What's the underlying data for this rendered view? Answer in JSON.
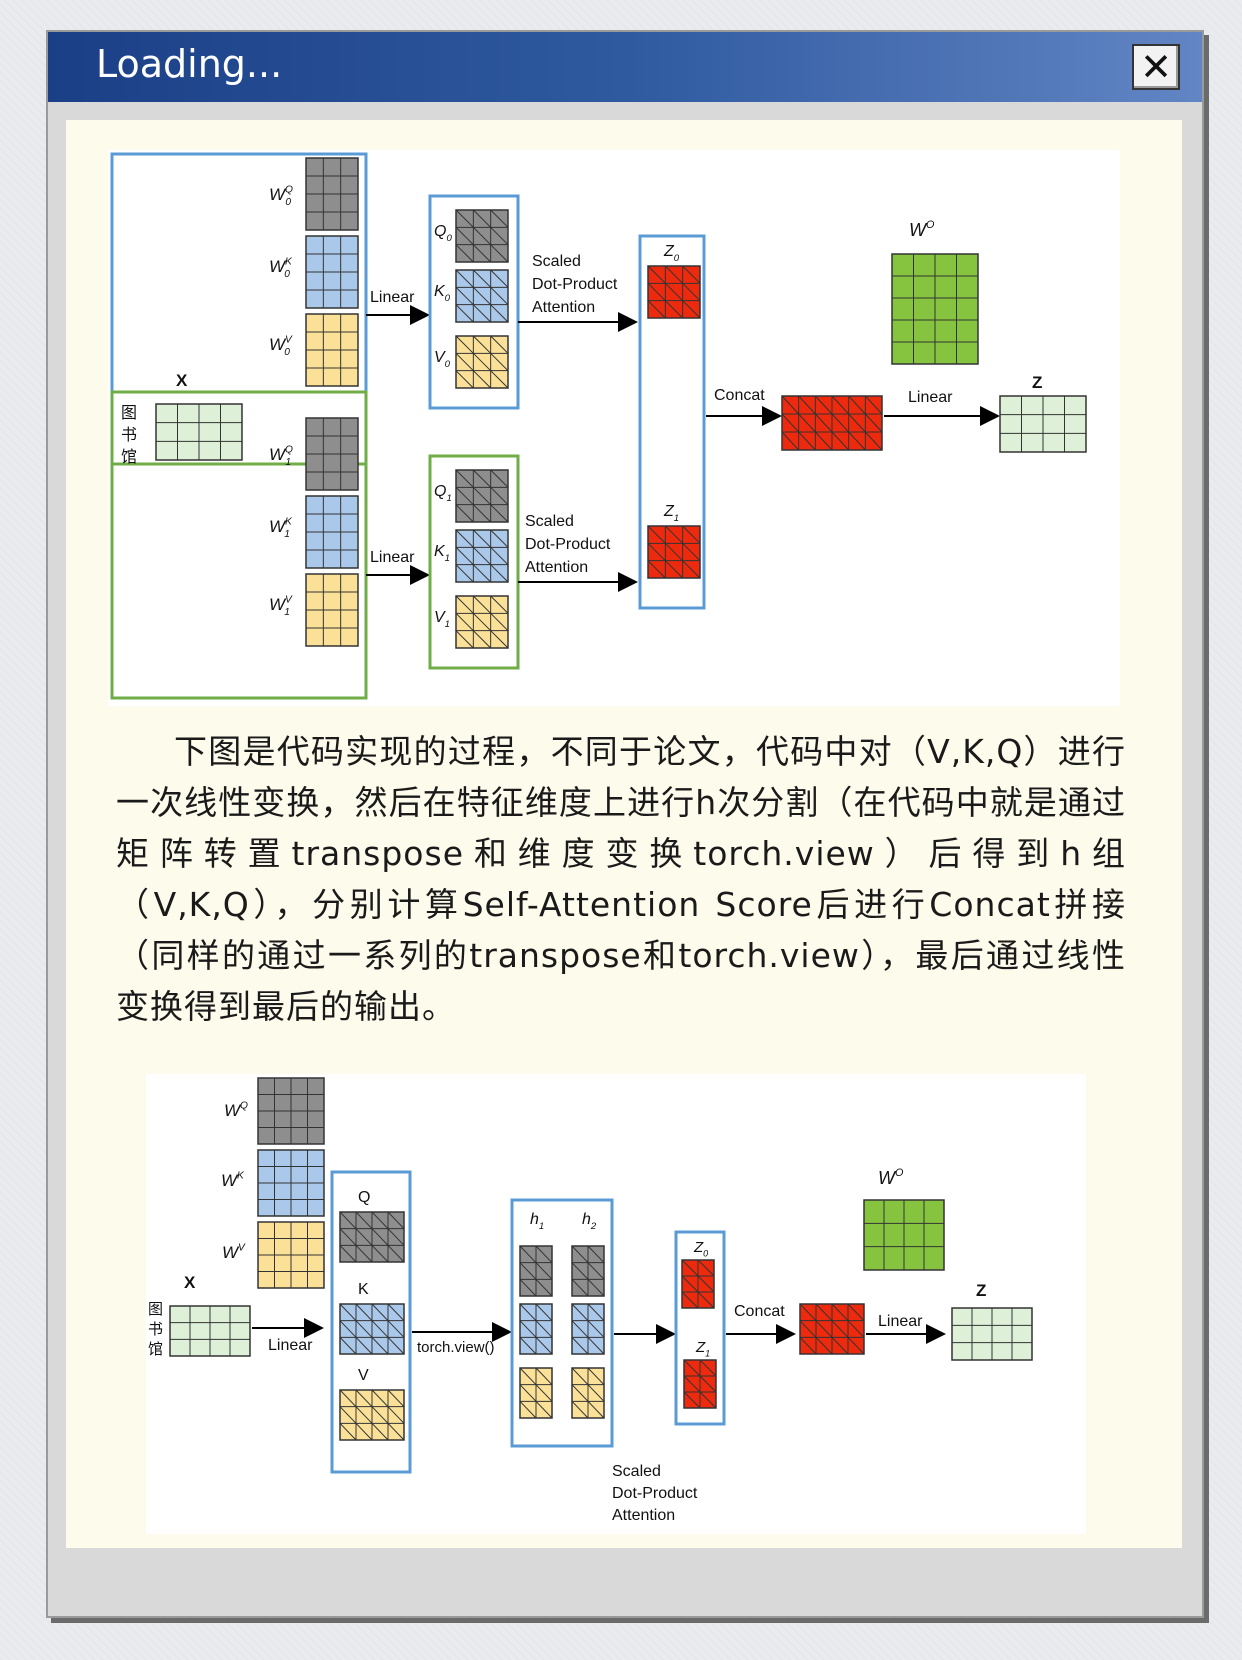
{
  "window": {
    "title": "Loading...",
    "close_label": "✕"
  },
  "diagram1": {
    "x_label": "X",
    "input_chars": [
      "图",
      "书",
      "馆"
    ],
    "top": {
      "wq": "W",
      "wq_sup": "Q",
      "wq_sub": "0",
      "wk": "W",
      "wk_sup": "K",
      "wk_sub": "0",
      "wv": "W",
      "wv_sup": "V",
      "wv_sub": "0",
      "q": "Q",
      "q_sub": "0",
      "k": "K",
      "k_sub": "0",
      "v": "V",
      "v_sub": "0",
      "linear": "Linear",
      "sdpa": [
        "Scaled",
        "Dot-Product",
        "Attention"
      ],
      "z": "Z",
      "z_sub": "0"
    },
    "bottom": {
      "wq": "W",
      "wq_sup": "Q",
      "wq_sub": "1",
      "wk": "W",
      "wk_sup": "K",
      "wk_sub": "1",
      "wv": "W",
      "wv_sup": "V",
      "wv_sub": "1",
      "q": "Q",
      "q_sub": "1",
      "k": "K",
      "k_sub": "1",
      "v": "V",
      "v_sub": "1",
      "linear": "Linear",
      "sdpa": [
        "Scaled",
        "Dot-Product",
        "Attention"
      ],
      "z": "Z",
      "z_sub": "1"
    },
    "wo": "W",
    "wo_sup": "O",
    "concat": "Concat",
    "linear_out": "Linear",
    "z_out": "Z"
  },
  "paragraph": "下图是代码实现的过程，不同于论文，代码中对（V,K,Q）进行一次线性变换，然后在特征维度上进行h次分割（在代码中就是通过矩阵转置transpose和维度变换torch.view）后得到h组（V,K,Q），分别计算Self-Attention Score后进行Concat拼接（同样的通过一系列的transpose和torch.view），最后通过线性变换得到最后的输出。",
  "diagram2": {
    "wq": "W",
    "wq_sup": "Q",
    "wk": "W",
    "wk_sup": "K",
    "wv": "W",
    "wv_sup": "V",
    "x_label": "X",
    "input_chars": [
      "图",
      "书",
      "馆"
    ],
    "linear": "Linear",
    "q": "Q",
    "k": "K",
    "v": "V",
    "torch_view": "torch.view()",
    "h1": "h",
    "h1_sub": "1",
    "h2": "h",
    "h2_sub": "2",
    "z0": "Z",
    "z0_sub": "0",
    "z1": "Z",
    "z1_sub": "1",
    "sdpa": [
      "Scaled",
      "Dot-Product",
      "Attention"
    ],
    "concat": "Concat",
    "linear_out": "Linear",
    "wo": "W",
    "wo_sup": "O",
    "z_out": "Z"
  },
  "colors": {
    "gray": "#8e8e8e",
    "blue": "#aac8ea",
    "yellow": "#fbe197",
    "red": "#ee2a0e",
    "green": "#86c440",
    "light_green": "#dff0d8",
    "box_blue": "#5b9bd5",
    "box_green": "#70ad47"
  }
}
